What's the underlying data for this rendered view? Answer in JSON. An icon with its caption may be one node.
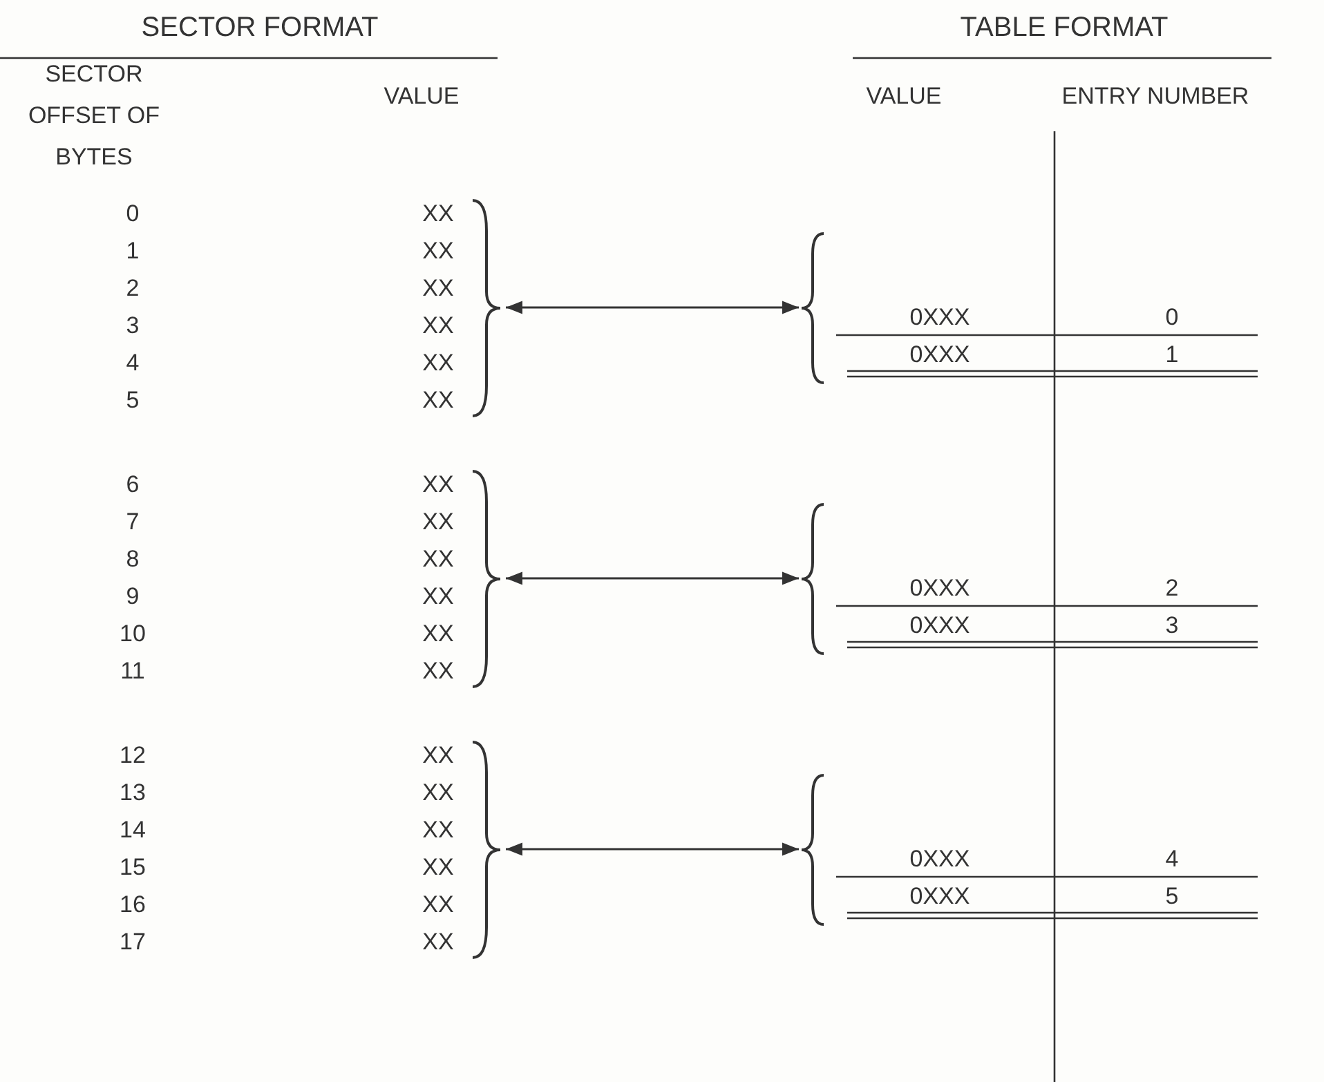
{
  "diagram": {
    "nodes": [
      {
        "text": [],
        "shape": "brace"
      },
      {
        "text": [],
        "shape": "brace"
      },
      {
        "text": [],
        "shape": "brace"
      },
      {
        "text": [],
        "shape": "brace"
      },
      {
        "text": [],
        "shape": "brace"
      },
      {
        "text": [],
        "shape": "brace"
      }
    ],
    "edges": [
      {
        "from": 0,
        "to": 1,
        "arrow": "both"
      },
      {
        "from": 2,
        "to": 3,
        "arrow": "both"
      },
      {
        "from": 4,
        "to": 5,
        "arrow": "both"
      }
    ],
    "labels": [
      "SECTOR FORMAT",
      "TABLE FORMAT",
      "SECTOR OFFSET OF BYTES",
      "VALUE",
      "VALUE",
      "ENTRY NUMBER",
      "0",
      "XX",
      "1",
      "XX",
      "2",
      "XX",
      "0XXX",
      "0",
      "3",
      "XX",
      "0XXX",
      "1",
      "4",
      "XX",
      "5",
      "XX",
      "6",
      "XX",
      "7",
      "XX",
      "8",
      "XX",
      "0XXX",
      "2",
      "9",
      "XX",
      "0XXX",
      "3",
      "10",
      "XX",
      "11",
      "XX",
      "12",
      "XX",
      "13",
      "XX",
      "14",
      "XX",
      "0XXX",
      "4",
      "15",
      "XX",
      "0XXX",
      "5",
      "16",
      "XX",
      "17",
      "XX"
    ]
  }
}
